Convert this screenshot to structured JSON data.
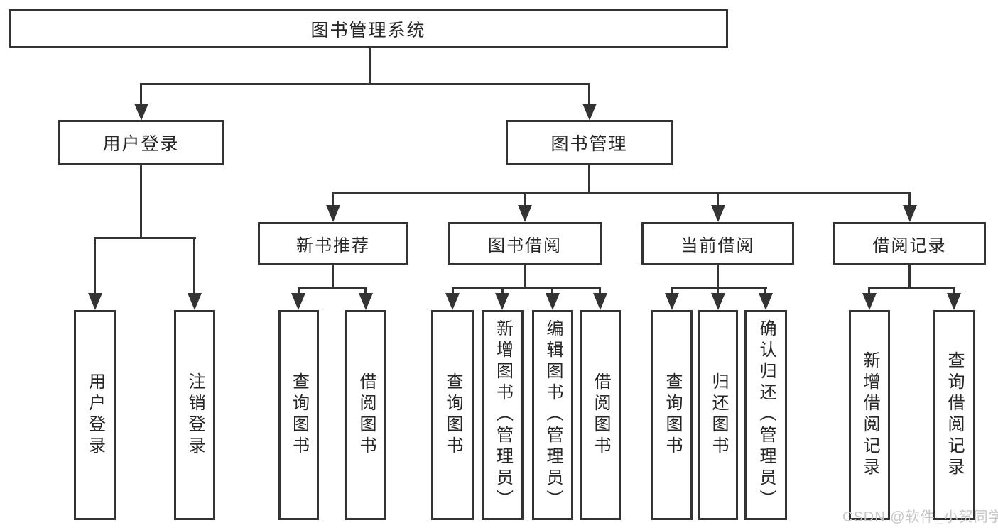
{
  "nodes": {
    "root": {
      "label": "图书管理系统"
    },
    "user_login": {
      "label": "用户登录",
      "children": [
        "用户登录",
        "注销登录"
      ]
    },
    "book_mgmt": {
      "label": "图书管理"
    },
    "new_books": {
      "label": "新书推荐",
      "children": [
        "查询图书",
        "借阅图书"
      ]
    },
    "book_borrow": {
      "label": "图书借阅",
      "children": [
        "查询图书",
        "新增图书（管理员）",
        "编辑图书（管理员）",
        "借阅图书"
      ]
    },
    "current_borrow": {
      "label": "当前借阅",
      "children": [
        "查询图书",
        "归还图书",
        "确认归还（管理员）"
      ]
    },
    "borrow_records": {
      "label": "借阅记录",
      "children": [
        "新增借阅记录",
        "查询借阅记录"
      ]
    }
  },
  "watermark": {
    "text": "CSDN @软件_小贺同学"
  },
  "colors": {
    "line": "#333333",
    "border": "#333333",
    "text": "#262626",
    "background": "#ffffff",
    "watermark": "#c7c7c7"
  }
}
